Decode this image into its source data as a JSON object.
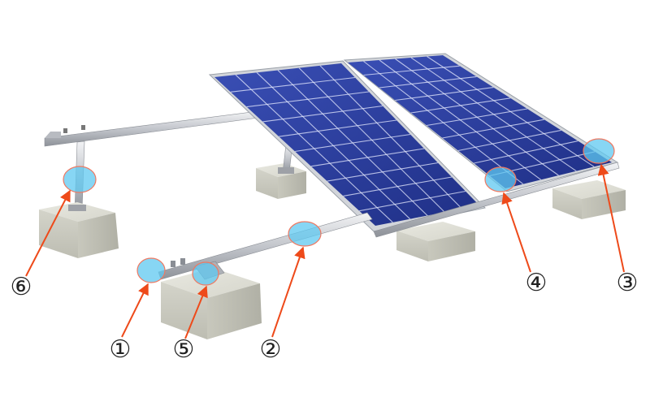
{
  "callouts": [
    {
      "id": "1",
      "label": "①"
    },
    {
      "id": "2",
      "label": "②"
    },
    {
      "id": "3",
      "label": "③"
    },
    {
      "id": "4",
      "label": "④"
    },
    {
      "id": "5",
      "label": "⑤"
    },
    {
      "id": "6",
      "label": "⑥"
    }
  ],
  "colors": {
    "arrow": "#ee4a1a",
    "highlight_fill": "#5fc8f0",
    "highlight_stroke": "#f07860",
    "cell": "#2b3e9e",
    "frame": "#c9ccd1",
    "concrete": "#d7d7cf"
  }
}
